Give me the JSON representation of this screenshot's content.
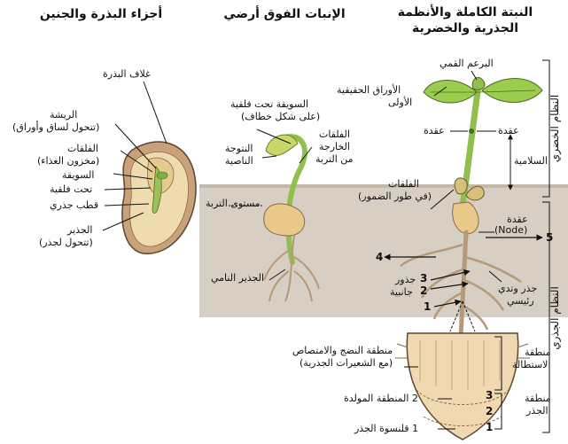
{
  "headings": {
    "seed": "أجزاء البذرة والجنين",
    "emergence": "الإنبات الفوق أرضي",
    "whole_plant_1": "النبتة الكاملة والأنظمة",
    "whole_plant_2": "الجذرية والخضرية"
  },
  "seed_labels": {
    "seed_coat": "غلاف البذرة",
    "plumule_1": "الريشة",
    "plumule_2": "(تتحول لساق وأوراق)",
    "cotyledons_1": "الفلقات",
    "cotyledons_2": "(مخزون الغذاء)",
    "hypocotyl": "السويقة",
    "sub_cotyledon": "تحت فلقية",
    "root_pole": "قطب جذري",
    "radicle_1": "الجذير",
    "radicle_2": "(تتحول لجذر)"
  },
  "emergence_labels": {
    "hypocotyl_hook_1": "السويقة تحت فلقية",
    "hypocotyl_hook_2": "(على شكل خطاف)",
    "growing_tip_1": "النتوجة",
    "growing_tip_2": "الناصية",
    "emerged_cotyledons_1": "الفلقات",
    "emerged_cotyledons_2": "الخارجة",
    "emerged_cotyledons_3": "من التربة",
    "soil_level": "مستوى التربة",
    "growing_radicle": "الجذير النامي"
  },
  "plant_labels": {
    "apical_bud": "البرعم القمي",
    "first_leaves_1": "الأوراق الحقيقية",
    "first_leaves_2": "الأولى",
    "node_left": "عقدة",
    "node_right": "عقدة",
    "internode": "السلامية",
    "shrinking_cotyledons_1": "الفلقات",
    "shrinking_cotyledons_2": "(في طور الضمور)",
    "node_bottom_1": "عقدة",
    "node_bottom_2": "(Node)",
    "lateral_roots_1": "جذور",
    "lateral_roots_2": "جانبية",
    "taproot_1": "جذر وتدي",
    "taproot_2": "رئيسي",
    "shoot_system": "النظام الخضري",
    "root_system": "النظام الجذري"
  },
  "root_tip_labels": {
    "maturation_zone_1": "منطقة النضج والامتصاص",
    "maturation_zone_2": "(مع الشعيرات الجذرية)",
    "elongation_zone_1": "منطقة",
    "elongation_zone_2": "الاستطالة",
    "meristem_zone": "2 المنطقة المولدة",
    "root_tip_zone_1": "منطقة",
    "root_tip_zone_2": "الجذر",
    "root_cap": "1 قلنسوة الجذر"
  },
  "numbers": {
    "n1": "1",
    "n2": "2",
    "n3": "3",
    "n4": "4",
    "n5": "5",
    "z3": "3",
    "z2": "2",
    "z1": "1"
  },
  "colors": {
    "soil": "#d8cfc4",
    "seed_coat": "#c9a27a",
    "seed_inside": "#efdcae",
    "cotyledon": "#e6c98c",
    "stem_green": "#8fc04c",
    "leaf_green": "#9ccc4e",
    "root": "#b59a7a",
    "root_tip": "#f0d9b0"
  }
}
